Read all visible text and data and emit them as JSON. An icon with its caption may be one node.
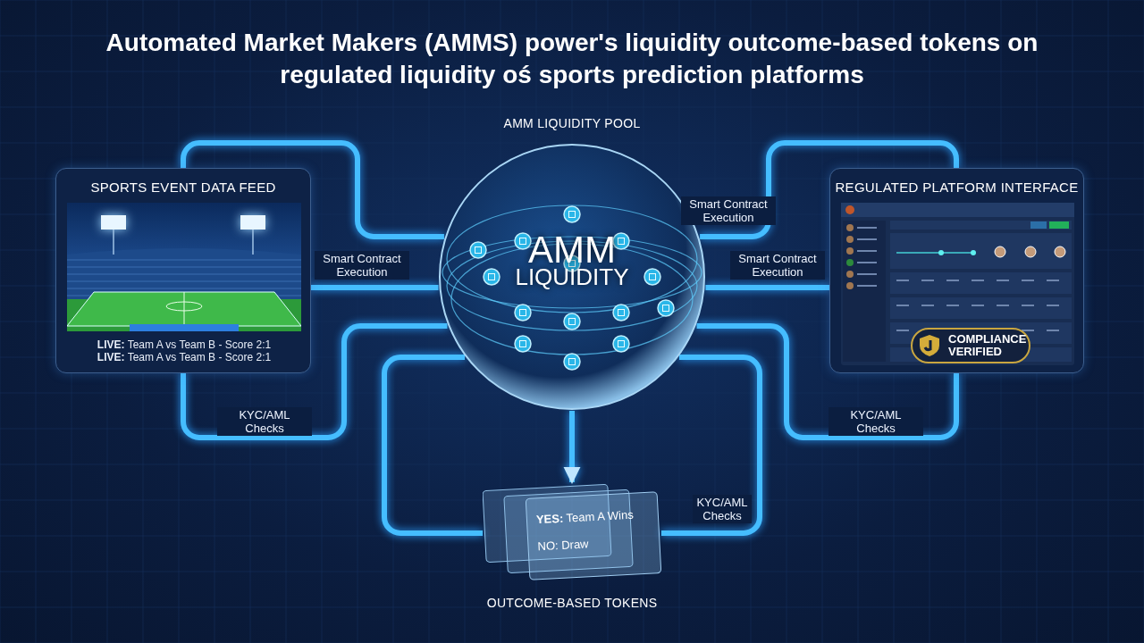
{
  "diagram": {
    "title": "Automated Market Makers (AMMS) power's liquidity outcome-based tokens on regulated liquidity oś sports prediction platforms",
    "nodes": [
      {
        "text": [
          "SPORTS EVENT DATA FEED",
          "**LIVE:** Team A vs Team B - Score 2:1",
          "**LIVE:** Team A vs Team B - Score 2:1"
        ]
      },
      {
        "text": [
          "AMM LIQUIDITY"
        ],
        "beside": [
          "AMM LIQUIDITY POOL"
        ]
      },
      {
        "text": [
          "REGULATED PLATFORM INTERFACE",
          "COMPLIANCE VERIFIED"
        ]
      },
      {
        "text": [
          "**YES:** Team A Wins",
          "NO: Draw"
        ],
        "beside": [
          "OUTCOME-BASED TOKENS"
        ]
      }
    ],
    "edges": [
      {
        "from": 0,
        "to": 1,
        "arrow": "none"
      },
      {
        "from": 0,
        "to": 1,
        "arrow": "none",
        "label": "Smart Contract Execution"
      },
      {
        "from": 0,
        "to": 1,
        "arrow": "none",
        "label": "KYC/AML Checks"
      },
      {
        "from": 1,
        "to": 3,
        "arrow": "none"
      },
      {
        "from": 1,
        "to": 3,
        "arrow": "to"
      },
      {
        "from": 1,
        "to": 2,
        "arrow": "none",
        "label": "Smart Contract Execution"
      },
      {
        "from": 1,
        "to": 2,
        "arrow": "none",
        "label": "Smart Contract Execution"
      },
      {
        "from": 1,
        "to": 2,
        "arrow": "none",
        "label": "KYC/AML Checks"
      },
      {
        "from": 1,
        "to": 3,
        "arrow": "none",
        "label": "KYC/AML Checks"
      }
    ]
  }
}
